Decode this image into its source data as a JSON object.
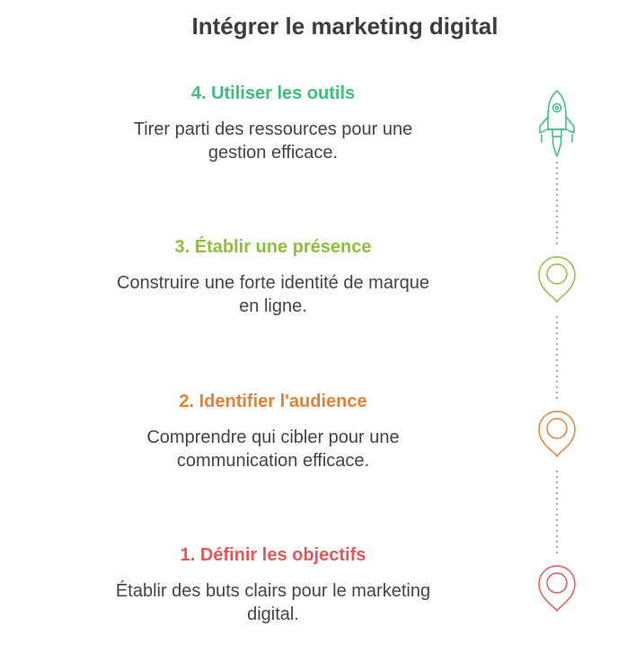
{
  "title": "Intégrer le marketing digital",
  "steps": [
    {
      "title": "1. Définir les objectifs",
      "desc": "Établir des buts clairs pour le marketing digital.",
      "color": "#e05a5a",
      "icon": "map-pin-icon"
    },
    {
      "title": "2. Identifier l'audience",
      "desc": "Comprendre qui cibler pour une communication efficace.",
      "color": "#e0823a",
      "icon": "map-pin-icon"
    },
    {
      "title": "3. Établir une présence",
      "desc": "Construire une forte identité de marque en ligne.",
      "color": "#8fbf3a",
      "icon": "map-pin-icon"
    },
    {
      "title": "4. Utiliser les outils",
      "desc": "Tirer parti des ressources pour une gestion efficace.",
      "color": "#3cbf7a",
      "icon": "rocket-icon"
    }
  ]
}
